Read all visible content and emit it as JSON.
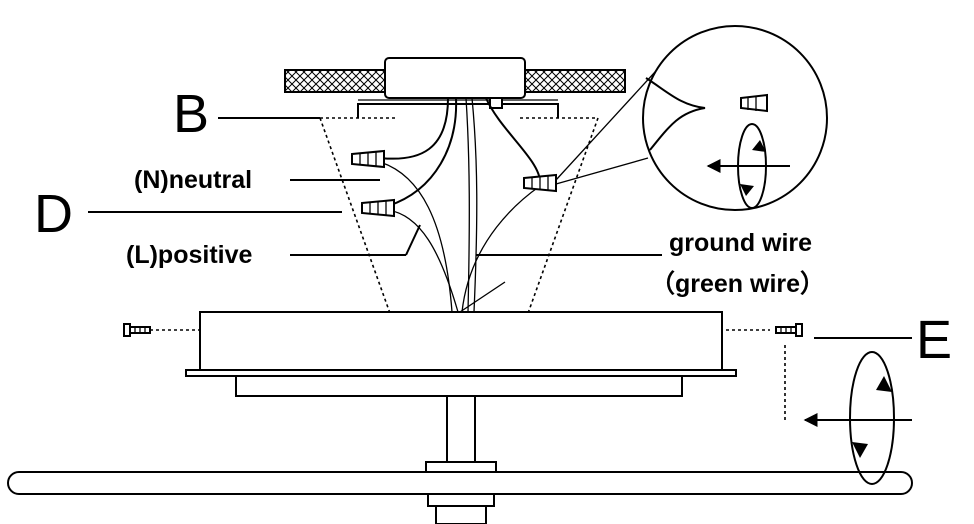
{
  "labels": {
    "b": "B",
    "d": "D",
    "e": "E",
    "neutral": "(N)neutral",
    "positive": "(L)positive",
    "ground_1": "ground wire",
    "ground_2": "（green wire）"
  },
  "icons": [
    "wire-connector-icon",
    "screw-icon",
    "rotate-arrow-icon",
    "arrow-left-icon",
    "magnifier-callout-icon"
  ],
  "colors": {
    "line": "#000000",
    "background": "#ffffff"
  }
}
